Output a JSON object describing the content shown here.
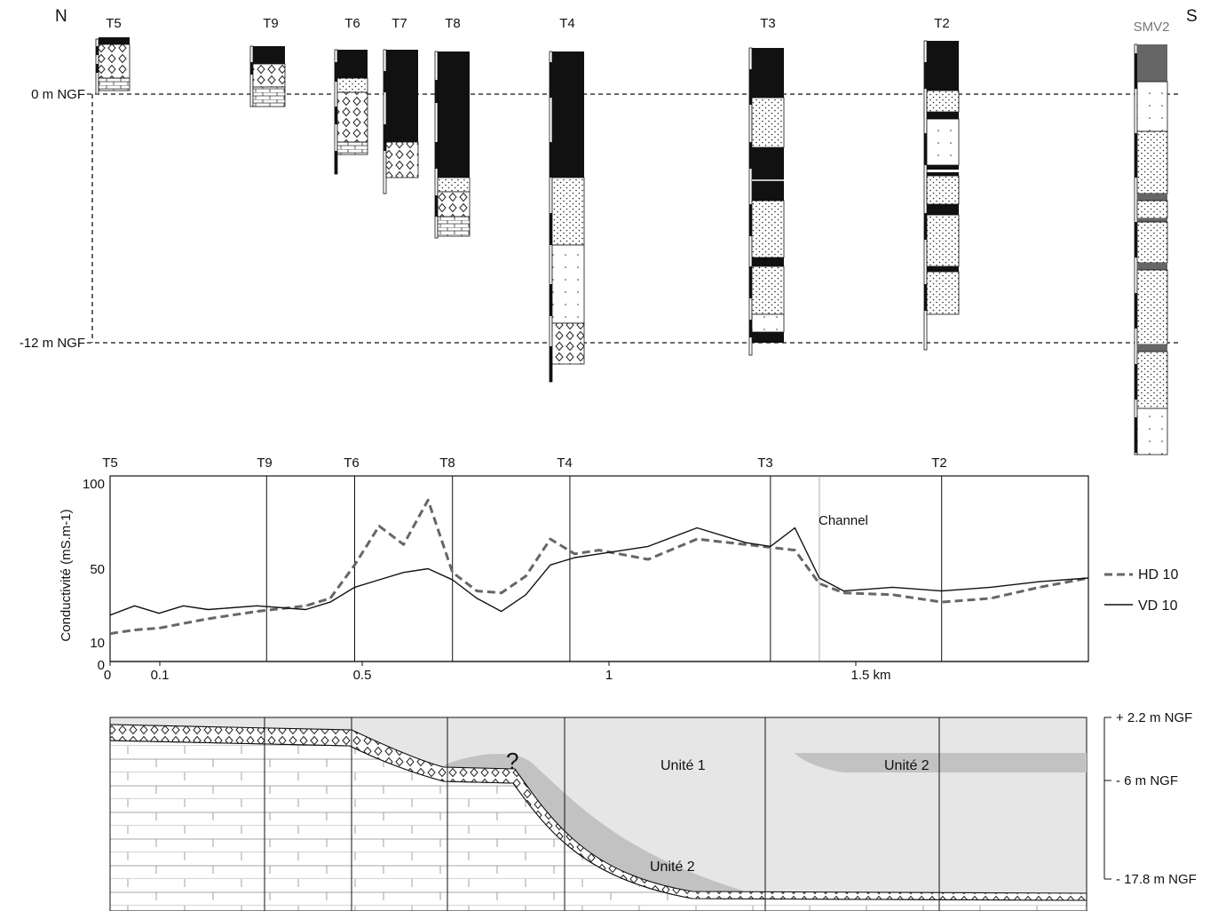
{
  "section": {
    "north_label": "N",
    "south_label": "S",
    "datum_labels": {
      "zero": "0 m NGF",
      "minus12": "-12 m NGF"
    },
    "borehole_labels": [
      "T5",
      "T9",
      "T6",
      "T7",
      "T8",
      "T4",
      "T3",
      "T2"
    ],
    "reference_borehole_label": "SMV2"
  },
  "profile": {
    "top_labels": [
      "T5",
      "T9",
      "T6",
      "T8",
      "T4",
      "T3",
      "T2"
    ],
    "ylabel": "Conductivité (mS.m-1)",
    "y_ticks": [
      "100",
      "50",
      "10",
      "0"
    ],
    "x_ticks": [
      "0",
      "0.1",
      "0.5",
      "1",
      "1.5 km"
    ],
    "channel_label": "Channel"
  },
  "chart_data": {
    "type": "line",
    "xlabel": "",
    "ylabel": "Conductivité (mS.m-1)",
    "xlim": [
      0,
      2.0
    ],
    "ylim": [
      0,
      100
    ],
    "x_unit": "km",
    "series": [
      {
        "name": "HD 10",
        "style": "dashed",
        "color": "#666666",
        "x": [
          0,
          0.05,
          0.1,
          0.2,
          0.3,
          0.4,
          0.45,
          0.5,
          0.55,
          0.6,
          0.65,
          0.7,
          0.75,
          0.8,
          0.85,
          0.9,
          0.95,
          1.0,
          1.1,
          1.2,
          1.3,
          1.4,
          1.45,
          1.5,
          1.6,
          1.7,
          1.8,
          1.9,
          2.0
        ],
        "values": [
          15,
          17,
          18,
          23,
          27,
          30,
          34,
          52,
          73,
          63,
          87,
          48,
          38,
          37,
          46,
          66,
          58,
          60,
          55,
          66,
          63,
          60,
          42,
          37,
          36,
          32,
          34,
          40,
          45
        ]
      },
      {
        "name": "VD 10",
        "style": "solid",
        "color": "#111111",
        "x": [
          0,
          0.05,
          0.1,
          0.15,
          0.2,
          0.3,
          0.4,
          0.45,
          0.5,
          0.55,
          0.6,
          0.65,
          0.7,
          0.75,
          0.8,
          0.85,
          0.9,
          0.95,
          1.0,
          1.1,
          1.2,
          1.3,
          1.35,
          1.4,
          1.45,
          1.5,
          1.6,
          1.7,
          1.8,
          1.9,
          2.0
        ],
        "values": [
          25,
          30,
          26,
          30,
          28,
          30,
          28,
          32,
          40,
          44,
          48,
          50,
          44,
          34,
          27,
          36,
          52,
          56,
          58,
          62,
          72,
          64,
          62,
          72,
          45,
          38,
          40,
          38,
          40,
          43,
          45
        ]
      }
    ],
    "vertical_markers": [
      {
        "label": "T5",
        "x": 0.0
      },
      {
        "label": "T9",
        "x": 0.32
      },
      {
        "label": "T6",
        "x": 0.5
      },
      {
        "label": "T8",
        "x": 0.7
      },
      {
        "label": "T4",
        "x": 0.94
      },
      {
        "label": "T3",
        "x": 1.35
      },
      {
        "label": "Channel",
        "x": 1.45
      },
      {
        "label": "T2",
        "x": 1.7
      }
    ]
  },
  "cross_section": {
    "elevation_labels": [
      "+ 2.2 m NGF",
      "- 6 m NGF",
      "- 17.8 m NGF"
    ],
    "unit1_label": "Unité 1",
    "unit2_upper_label": "Unité 2",
    "unit2_lower_label": "Unité 2",
    "question_mark": "?"
  },
  "colors": {
    "ink": "#111111",
    "unit1_fill": "#e6e6e6",
    "unit2_fill": "#c2c2c2",
    "smv2_top": "#666666",
    "smv2_label": "#777777"
  }
}
